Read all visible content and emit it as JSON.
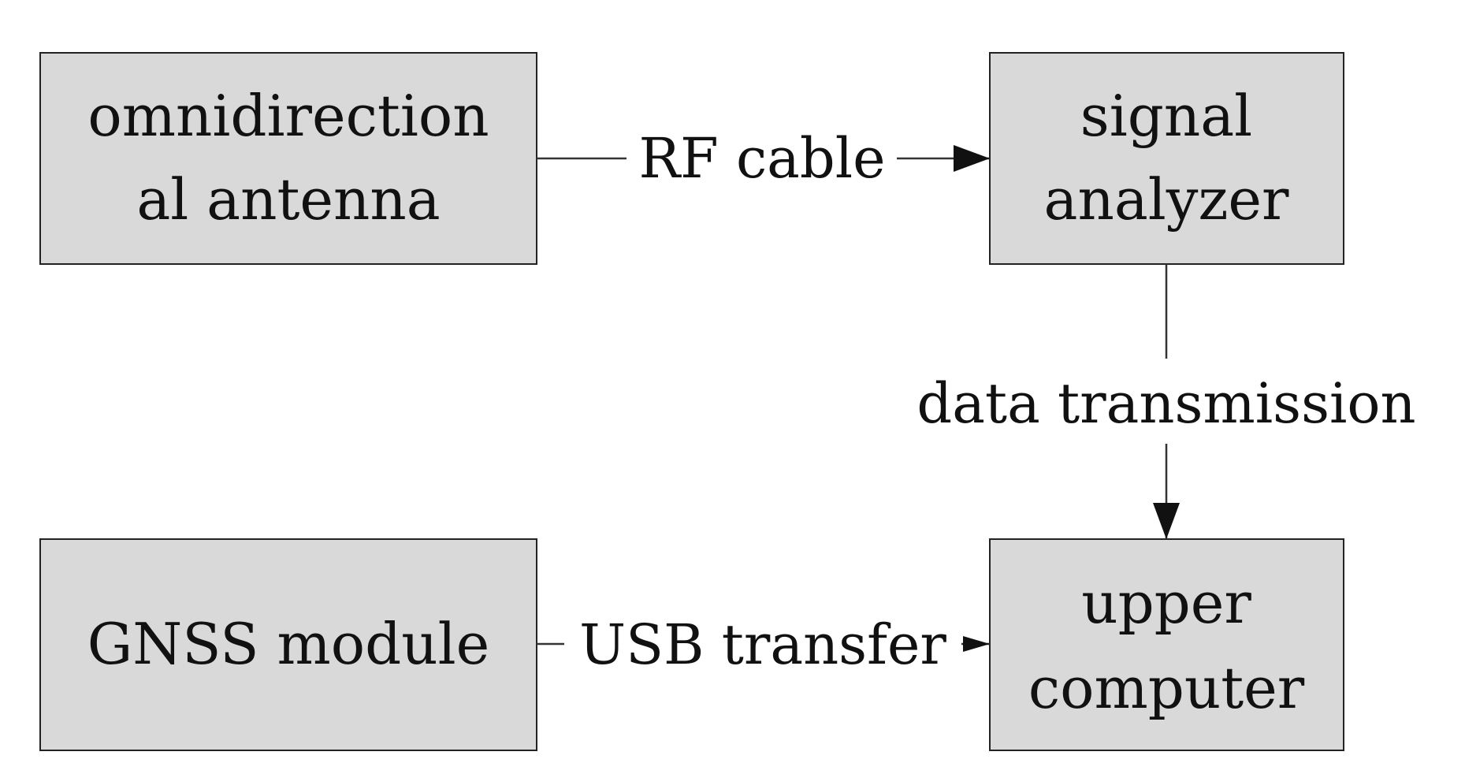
{
  "colors": {
    "box_fill": "#d9d9d9",
    "box_stroke": "#222222",
    "text": "#111111",
    "edge": "#333333",
    "background": "#ffffff"
  },
  "nodes": {
    "antenna": {
      "line1": "omnidirection",
      "line2": "al antenna"
    },
    "analyzer": {
      "line1": "signal",
      "line2": "analyzer"
    },
    "gnss": {
      "line1": "GNSS module"
    },
    "computer": {
      "line1": "upper",
      "line2": "computer"
    }
  },
  "edges": {
    "antenna_to_analyzer": {
      "label": "RF cable"
    },
    "analyzer_to_computer": {
      "label": "data transmission"
    },
    "gnss_to_computer": {
      "label": "USB transfer"
    }
  }
}
